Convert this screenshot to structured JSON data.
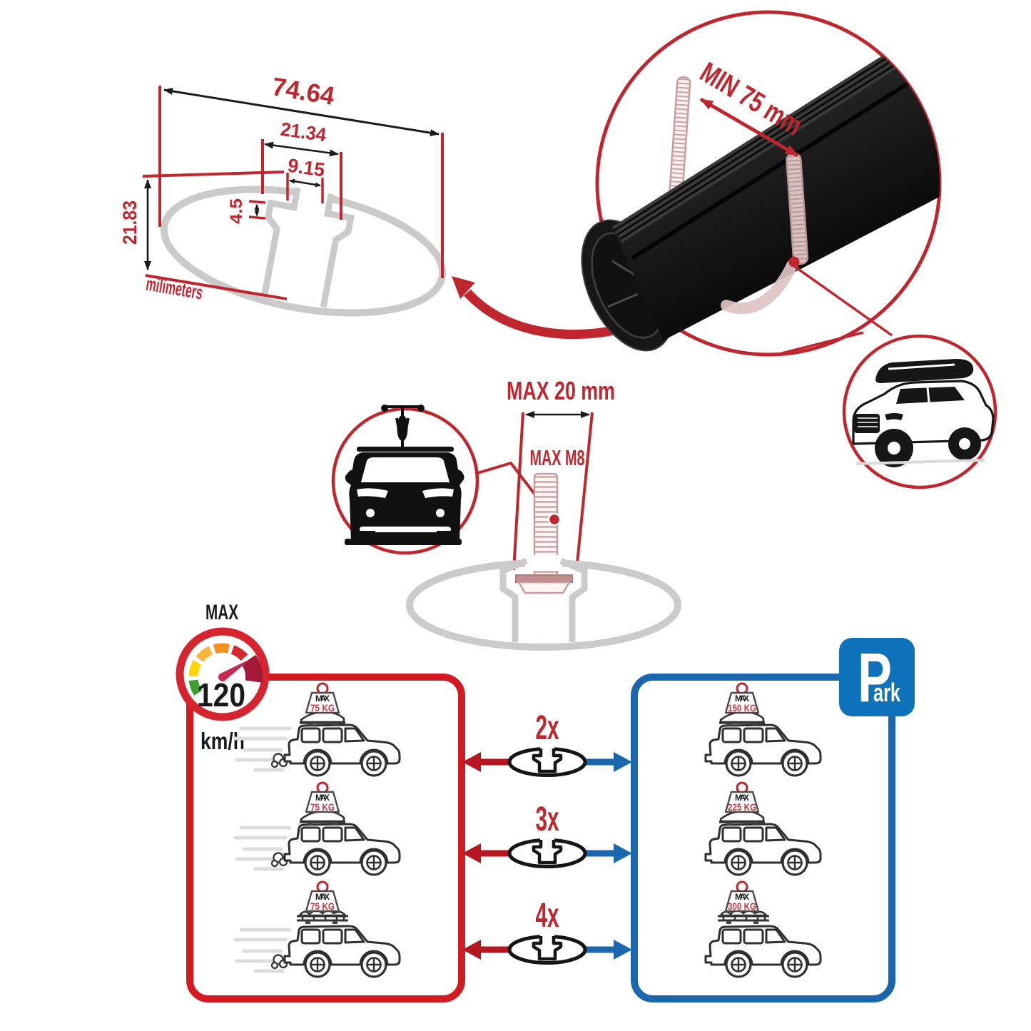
{
  "colors": {
    "dim_red": "#c0262e",
    "panel_red": "#d41a21",
    "arrow_red": "#b5161f",
    "panel_blue": "#1a67ad",
    "sign_blue": "#0e72ba",
    "profile_gray": "#cacaca",
    "bolt_rose": "#c9a3a3",
    "text_black": "#1a1a1a",
    "weight_red": "#c13a42"
  },
  "dimension_diagram": {
    "total_width": "74.64",
    "slot_width": "21.34",
    "opening_width": "9.15",
    "notch_depth": "4.5",
    "total_height": "21.83",
    "units_label": "milimeters"
  },
  "clamp_detail": {
    "min_span_label": "MIN 75 mm"
  },
  "bolt_detail": {
    "max_width_label": "MAX 20 mm",
    "max_thread_label": "MAX M8"
  },
  "speed_limit": {
    "label": "MAX",
    "value": "120",
    "unit": "km/h"
  },
  "park_sign": {
    "big": "P",
    "rest": "ark"
  },
  "compatibility": {
    "rows": [
      {
        "multiplier": "2x",
        "driving_load_label": "MAX",
        "driving_load": "75 KG",
        "parked_load_label": "MAX",
        "parked_load": "150 KG"
      },
      {
        "multiplier": "3x",
        "driving_load_label": "MAX",
        "driving_load": "75 KG",
        "parked_load_label": "MAX",
        "parked_load": "225 KG"
      },
      {
        "multiplier": "4x",
        "driving_load_label": "MAX",
        "driving_load": "75 KG",
        "parked_load_label": "MAX",
        "parked_load": "300 KG"
      }
    ]
  }
}
